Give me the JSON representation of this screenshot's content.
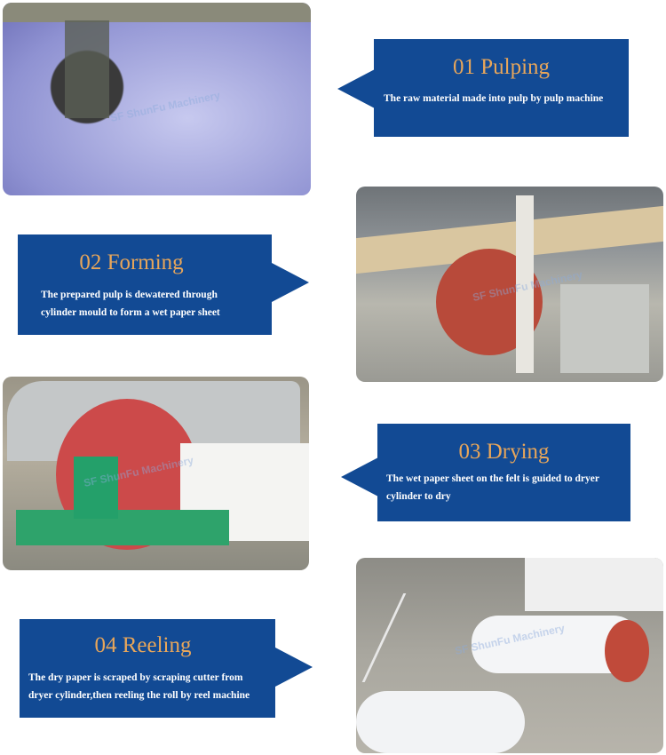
{
  "watermark": "ShunFu Machinery",
  "colors": {
    "box": "#124a94",
    "title": "#e8a65a",
    "text": "#ffffff"
  },
  "steps": [
    {
      "title": "01  Pulping",
      "desc": [
        "The raw material made into pulp by pulp machine"
      ]
    },
    {
      "title": "02 Forming",
      "desc": [
        "The prepared pulp is dewatered through",
        "cylinder mould to form a wet paper sheet"
      ]
    },
    {
      "title": "03 Drying",
      "desc": [
        "The wet paper sheet on the felt is guided to dryer",
        "cylinder to dry"
      ]
    },
    {
      "title": "04 Reeling",
      "desc": [
        "The dry paper is scraped by scraping cutter from",
        "dryer cylinder,then reeling the roll by reel machine"
      ]
    }
  ]
}
